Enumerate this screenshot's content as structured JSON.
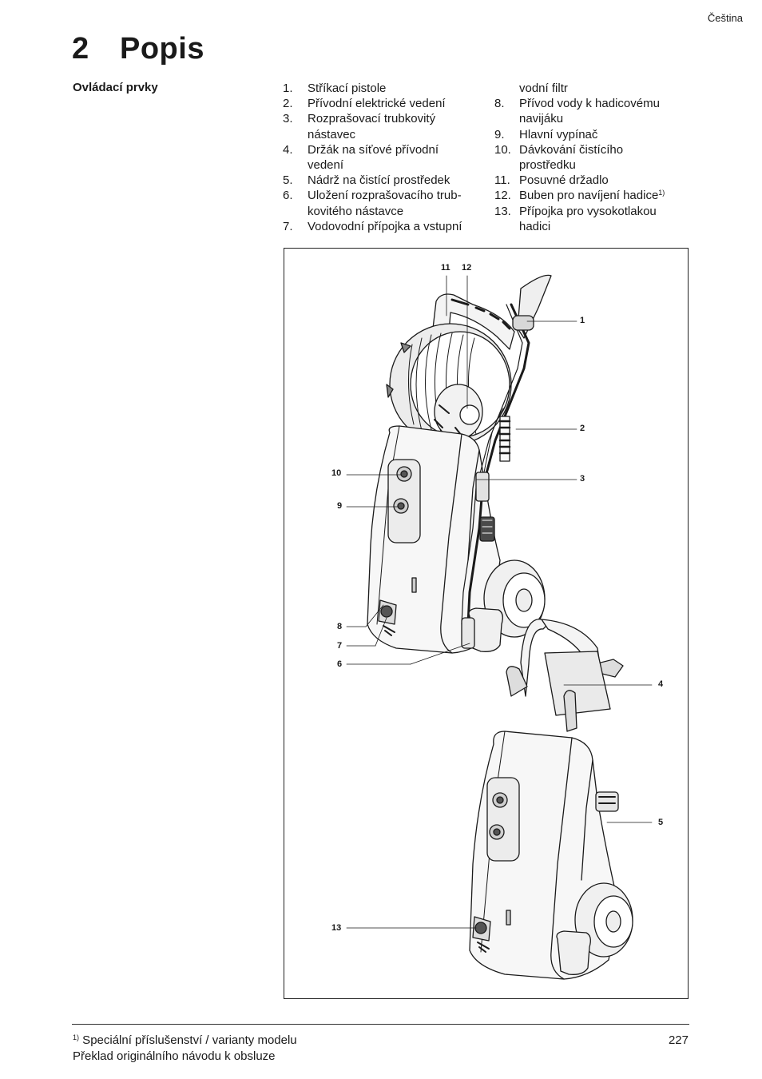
{
  "header": {
    "language": "Čeština"
  },
  "chapter": {
    "number": "2",
    "title": "Popis"
  },
  "section": {
    "label": "Ovládací prvky"
  },
  "components": [
    {
      "n": "1.",
      "lines": [
        "Stříkací pistole"
      ]
    },
    {
      "n": "2.",
      "lines": [
        "Přívodní elektrické vedení"
      ]
    },
    {
      "n": "3.",
      "lines": [
        "Rozprašovací trubkovitý",
        "nástavec"
      ]
    },
    {
      "n": "4.",
      "lines": [
        "Držák na síťové přívodní",
        "vedení"
      ]
    },
    {
      "n": "5.",
      "lines": [
        "Nádrž na čistící prostředek"
      ]
    },
    {
      "n": "6.",
      "lines": [
        "Uložení rozprašovacího trub-",
        "kovitého nástavce"
      ]
    },
    {
      "n": "7.",
      "lines": [
        "Vodovodní přípojka a vstupní",
        "vodní filtr"
      ]
    },
    {
      "n": "8.",
      "lines": [
        "Přívod vody k hadicovému",
        "navijáku"
      ]
    },
    {
      "n": "9.",
      "lines": [
        "Hlavní vypínač"
      ]
    },
    {
      "n": "10.",
      "lines": [
        "Dávkování čistícího",
        "prostředku"
      ]
    },
    {
      "n": "11.",
      "lines": [
        "Posuvné držadlo"
      ]
    },
    {
      "n": "12.",
      "lines": [
        "Buben pro navíjení hadice"
      ],
      "sup": "1)"
    },
    {
      "n": "13.",
      "lines": [
        "Přípojka pro vysokotlakou",
        "hadici"
      ]
    }
  ],
  "figure": {
    "callouts": {
      "c1": "1",
      "c2": "2",
      "c3": "3",
      "c4": "4",
      "c5": "5",
      "c6": "6",
      "c7": "7",
      "c8": "8",
      "c9": "9",
      "c10": "10",
      "c11": "11",
      "c12": "12",
      "c13": "13"
    }
  },
  "footer": {
    "footnote_mark": "1)",
    "footnote_text": " Speciální příslušenství / varianty modelu",
    "note": "Překlad originálního návodu k obsluze",
    "page_number": "227"
  }
}
